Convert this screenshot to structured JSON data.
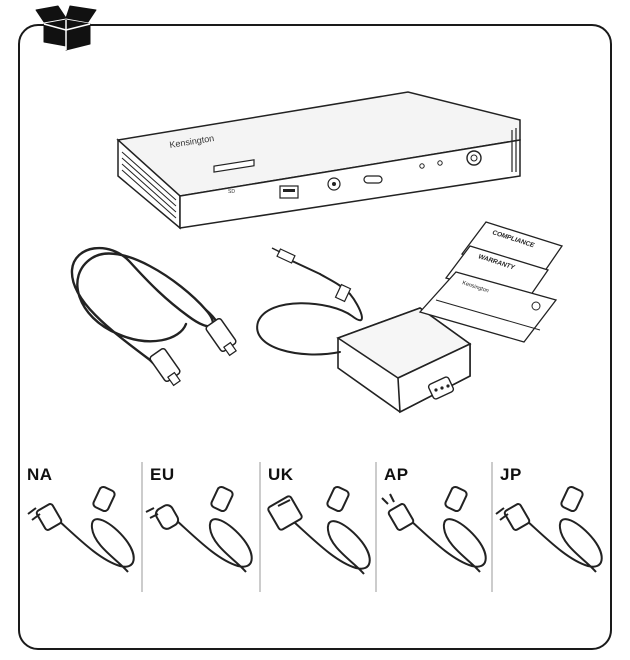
{
  "device": {
    "brand": "Kensington",
    "sd_label": "SD"
  },
  "documents": {
    "compliance": "COMPLIANCE",
    "warranty": "WARRANTY",
    "guide_brand": "Kensington"
  },
  "regions": [
    {
      "code": "NA",
      "plug": "na-plug-icon"
    },
    {
      "code": "EU",
      "plug": "eu-plug-icon"
    },
    {
      "code": "UK",
      "plug": "uk-plug-icon"
    },
    {
      "code": "AP",
      "plug": "ap-plug-icon"
    },
    {
      "code": "JP",
      "plug": "jp-plug-icon"
    }
  ],
  "icons": {
    "box": "open-box-icon",
    "usb_c": "usb-c-cable-icon",
    "power_adapter": "power-adapter-icon"
  }
}
